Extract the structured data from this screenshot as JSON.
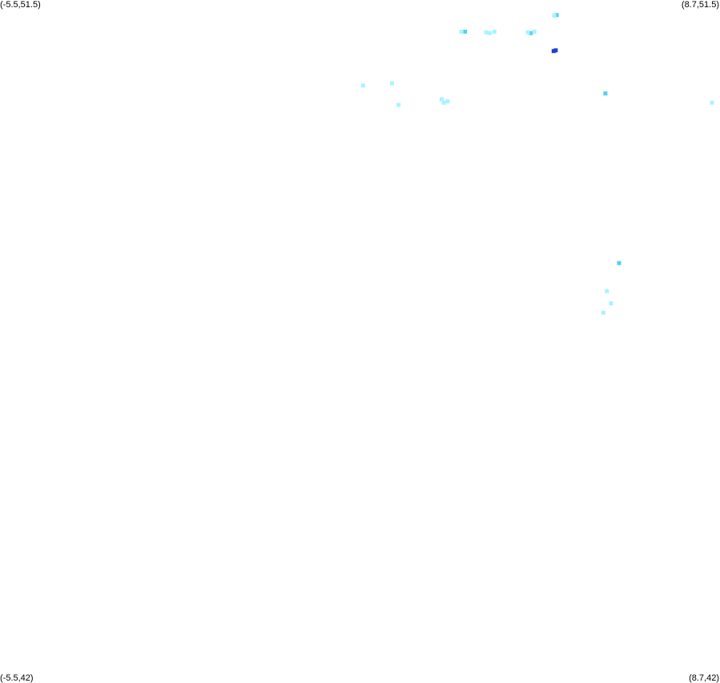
{
  "map": {
    "corner_labels": {
      "top_left": "(-5.5,51.5)",
      "top_right": "(8.7,51.5)",
      "bottom_left": "(-5.5,42)",
      "bottom_right": "(8.7,42)"
    },
    "extent": {
      "lon": [
        -5.5,
        8.7
      ],
      "lat": [
        42,
        51.5
      ]
    },
    "colors": {
      "background": "#ffffff",
      "light": "#a8f4ff",
      "medium": "#4fd2f5",
      "dark": "#1f3fd6"
    }
  },
  "chart_data": {
    "type": "scatter",
    "title": "",
    "xlabel": "",
    "ylabel": "",
    "xlim": [
      -5.5,
      8.7
    ],
    "ylim": [
      42,
      51.5
    ],
    "grid": false,
    "legend": "none",
    "points": [
      {
        "lon": 5.48,
        "lat": 51.29,
        "level": "medium"
      },
      {
        "lon": 5.43,
        "lat": 51.28,
        "level": "light"
      },
      {
        "lon": 3.67,
        "lat": 51.06,
        "level": "medium"
      },
      {
        "lon": 3.6,
        "lat": 51.06,
        "level": "light"
      },
      {
        "lon": 4.09,
        "lat": 51.05,
        "level": "light"
      },
      {
        "lon": 4.16,
        "lat": 51.04,
        "level": "light"
      },
      {
        "lon": 4.25,
        "lat": 51.06,
        "level": "light"
      },
      {
        "lon": 4.97,
        "lat": 51.04,
        "level": "medium"
      },
      {
        "lon": 5.04,
        "lat": 51.06,
        "level": "light"
      },
      {
        "lon": 4.91,
        "lat": 51.05,
        "level": "light"
      },
      {
        "lon": 5.46,
        "lat": 50.8,
        "level": "dark"
      },
      {
        "lon": 5.42,
        "lat": 50.79,
        "level": "dark"
      },
      {
        "lon": 6.44,
        "lat": 50.2,
        "level": "medium"
      },
      {
        "lon": 8.54,
        "lat": 50.07,
        "level": "light"
      },
      {
        "lon": 1.66,
        "lat": 50.31,
        "level": "light"
      },
      {
        "lon": 2.23,
        "lat": 50.34,
        "level": "light"
      },
      {
        "lon": 2.36,
        "lat": 50.04,
        "level": "light"
      },
      {
        "lon": 3.21,
        "lat": 50.12,
        "level": "light"
      },
      {
        "lon": 3.33,
        "lat": 50.09,
        "level": "light"
      },
      {
        "lon": 3.25,
        "lat": 50.07,
        "level": "light"
      },
      {
        "lon": 6.71,
        "lat": 47.84,
        "level": "medium"
      },
      {
        "lon": 6.47,
        "lat": 47.45,
        "level": "light"
      },
      {
        "lon": 6.55,
        "lat": 47.28,
        "level": "light"
      },
      {
        "lon": 6.4,
        "lat": 47.15,
        "level": "light"
      }
    ]
  }
}
